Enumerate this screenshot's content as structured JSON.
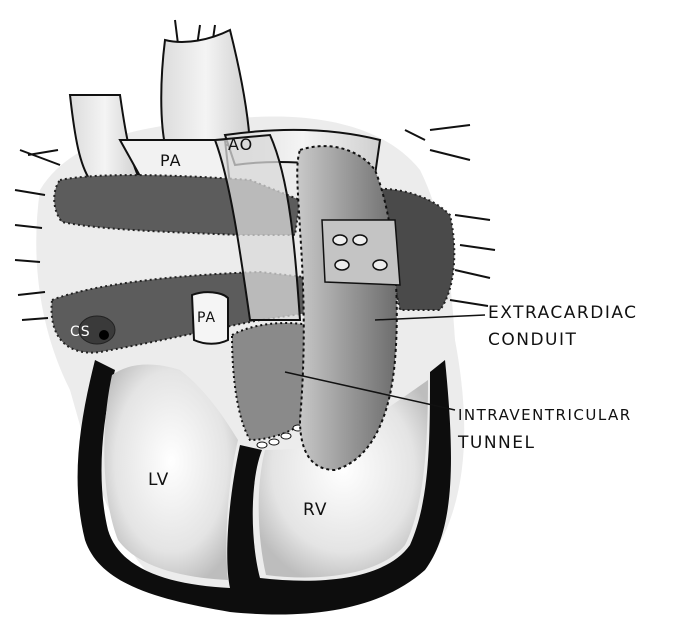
{
  "labels": {
    "pa_top": "PA",
    "ao": "AO",
    "pa_mid": "PA",
    "cs": "CS",
    "lv": "LV",
    "rv": "RV"
  },
  "callouts": {
    "extracardiac_line1": "EXTRACARDIAC",
    "extracardiac_line2": "CONDUIT",
    "intraventricular_line1": "INTRAVENTRICULAR",
    "intraventricular_line2": "TUNNEL"
  },
  "colors": {
    "wall": "#0d0d0d",
    "chamber": "#f2f2f2",
    "vessel": "#e6e6e6",
    "dark_patch": "#5c5c5c",
    "conduit": "#a9a9a9",
    "tunnel": "#8a8a8a"
  }
}
